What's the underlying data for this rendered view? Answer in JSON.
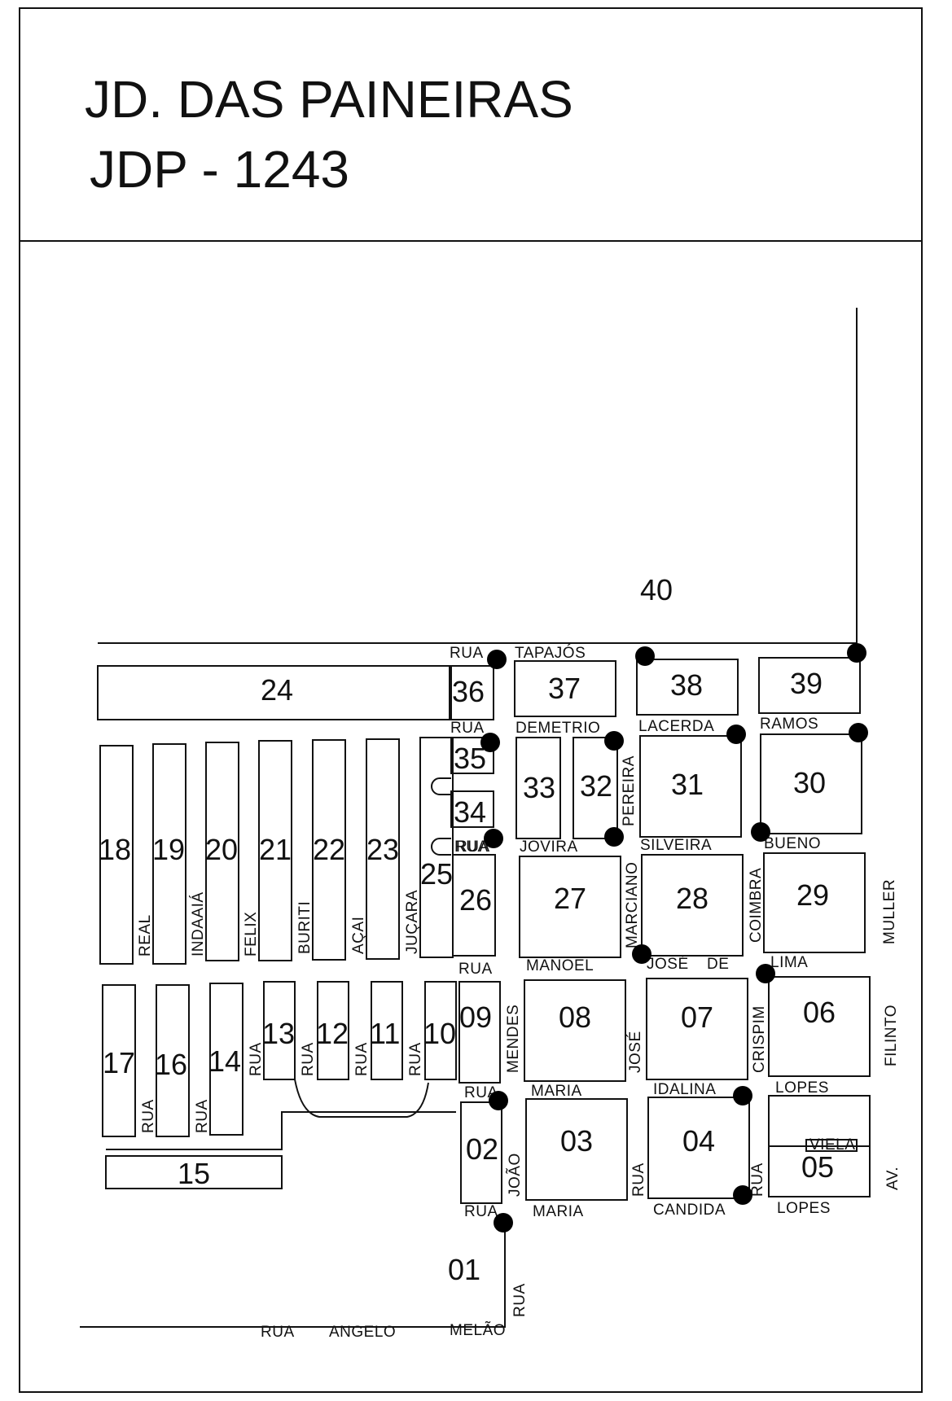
{
  "header": {
    "title": "JD. DAS PAINEIRAS",
    "code": "JDP - 1243"
  },
  "blocks": {
    "b01": "01",
    "b02": "02",
    "b03": "03",
    "b04": "04",
    "b05": "05",
    "b06": "06",
    "b07": "07",
    "b08": "08",
    "b09": "09",
    "b10": "10",
    "b11": "11",
    "b12": "12",
    "b13": "13",
    "b14": "14",
    "b15": "15",
    "b16": "16",
    "b17": "17",
    "b18": "18",
    "b19": "19",
    "b20": "20",
    "b21": "21",
    "b22": "22",
    "b23": "23",
    "b24": "24",
    "b25": "25",
    "b26": "26",
    "b27": "27",
    "b28": "28",
    "b29": "29",
    "b30": "30",
    "b31": "31",
    "b32": "32",
    "b33": "33",
    "b34": "34",
    "b35": "35",
    "b36": "36",
    "b37": "37",
    "b38": "38",
    "b39": "39",
    "b40": "40"
  },
  "streets": {
    "rua": "RUA",
    "tapajos": "TAPAJÓS",
    "demetrio": "DEMETRIO",
    "lacerda": "LACERDA",
    "ramos": "RAMOS",
    "jovira": "JOVIRA",
    "silveira": "SILVEIRA",
    "bueno": "BUENO",
    "manoel": "MANOEL",
    "jose_de": "JOSÉ",
    "de": "DE",
    "lima": "LIMA",
    "maria": "MARIA",
    "idalina": "IDALINA",
    "lopes": "LOPES",
    "candida": "CANDIDA",
    "viela": "VIELA",
    "angelo": "ANGELO",
    "melao": "MELÃO",
    "real": "REAL",
    "indaaia": "INDAAIÁ",
    "felix": "FELIX",
    "buriti": "BURITI",
    "acai": "AÇAI",
    "jucara": "JUÇARA",
    "pereira": "PEREIRA",
    "marciano": "MARCIANO",
    "coimbra": "COIMBRA",
    "muller": "MULLER",
    "mendes": "MENDES",
    "jose": "JOSÉ",
    "crispim": "CRISPIM",
    "filinto": "FILINTO",
    "joao": "JOÃO",
    "av": "AV."
  }
}
